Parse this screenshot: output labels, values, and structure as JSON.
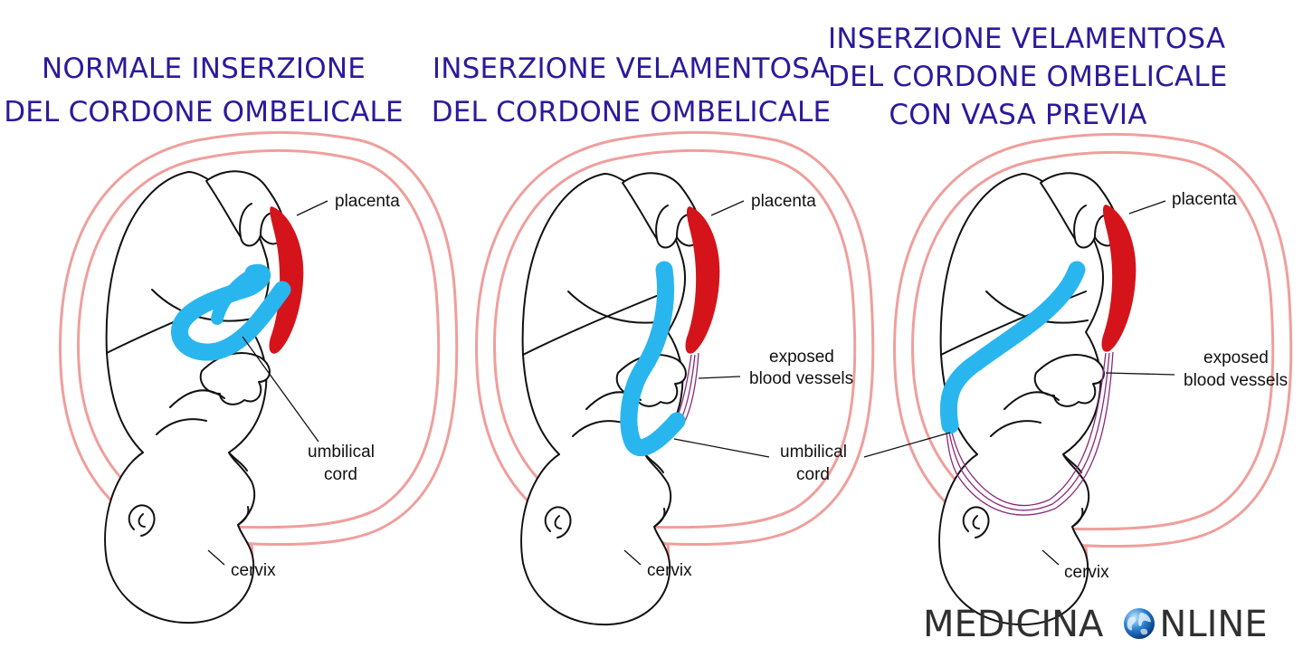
{
  "panels": [
    {
      "title_lines": [
        "NORMALE INSERZIONE",
        "DEL CORDONE OMBELICALE"
      ],
      "labels": {
        "placenta": "placenta",
        "cord_line1": "umbilical",
        "cord_line2": "cord",
        "cervix": "cervix"
      }
    },
    {
      "title_lines": [
        "INSERZIONE VELAMENTOSA",
        "DEL CORDONE OMBELICALE"
      ],
      "labels": {
        "placenta": "placenta",
        "vessels_line1": "exposed",
        "vessels_line2": "blood vessels",
        "cord_line1": "umbilical",
        "cord_line2": "cord",
        "cervix": "cervix"
      }
    },
    {
      "title_lines": [
        "INSERZIONE VELAMENTOSA",
        "DEL CORDONE OMBELICALE",
        "CON VASA PREVIA"
      ],
      "labels": {
        "placenta": "placenta",
        "vessels_line1": "exposed",
        "vessels_line2": "blood vessels",
        "cervix": "cervix"
      }
    }
  ],
  "brand": {
    "word1": "MEDICINA",
    "word2": "NLINE",
    "logo_icon": "globe-icon"
  },
  "colors": {
    "title": "#2a1a9c",
    "uterus": "#ef9f9c",
    "placenta": "#d4141a",
    "cord": "#29b6ef",
    "vessels": "#8a2a7a"
  }
}
